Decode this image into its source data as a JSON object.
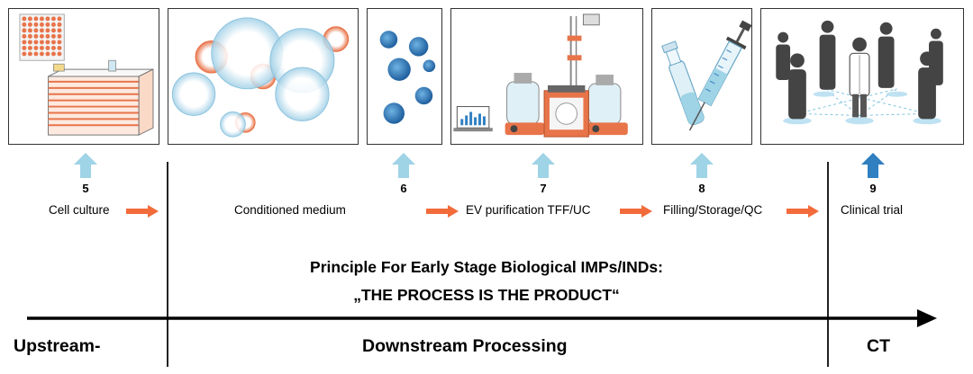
{
  "steps": [
    {
      "number": "5",
      "label": "Cell culture"
    },
    {
      "number": "",
      "label": "Conditioned medium"
    },
    {
      "number": "6",
      "label": ""
    },
    {
      "number": "7",
      "label": "EV purification TFF/UC"
    },
    {
      "number": "8",
      "label": "Filling/Storage/QC"
    },
    {
      "number": "9",
      "label": "Clinical trial"
    }
  ],
  "principle": {
    "line1": "Principle For Early Stage Biological IMPs/INDs:",
    "line2": "„THE PROCESS IS THE PRODUCT“"
  },
  "phases": {
    "upstream": "Upstream-",
    "downstream": "Downstream Processing",
    "ct": "CT"
  },
  "colors": {
    "orange_arrow": "#f26b3a",
    "light_blue_arrow": "#9fd3e6",
    "dark_blue_arrow": "#2f7fc1",
    "vesicle_blue": "#bfe2f2",
    "vesicle_orange": "#e8744a",
    "particle_blue": "#2e7fc0"
  },
  "icons": [
    "cell-culture-flask-icon",
    "vesicles-icon",
    "particles-icon",
    "purification-system-icon",
    "vial-syringe-icon",
    "clinical-trial-people-icon"
  ]
}
